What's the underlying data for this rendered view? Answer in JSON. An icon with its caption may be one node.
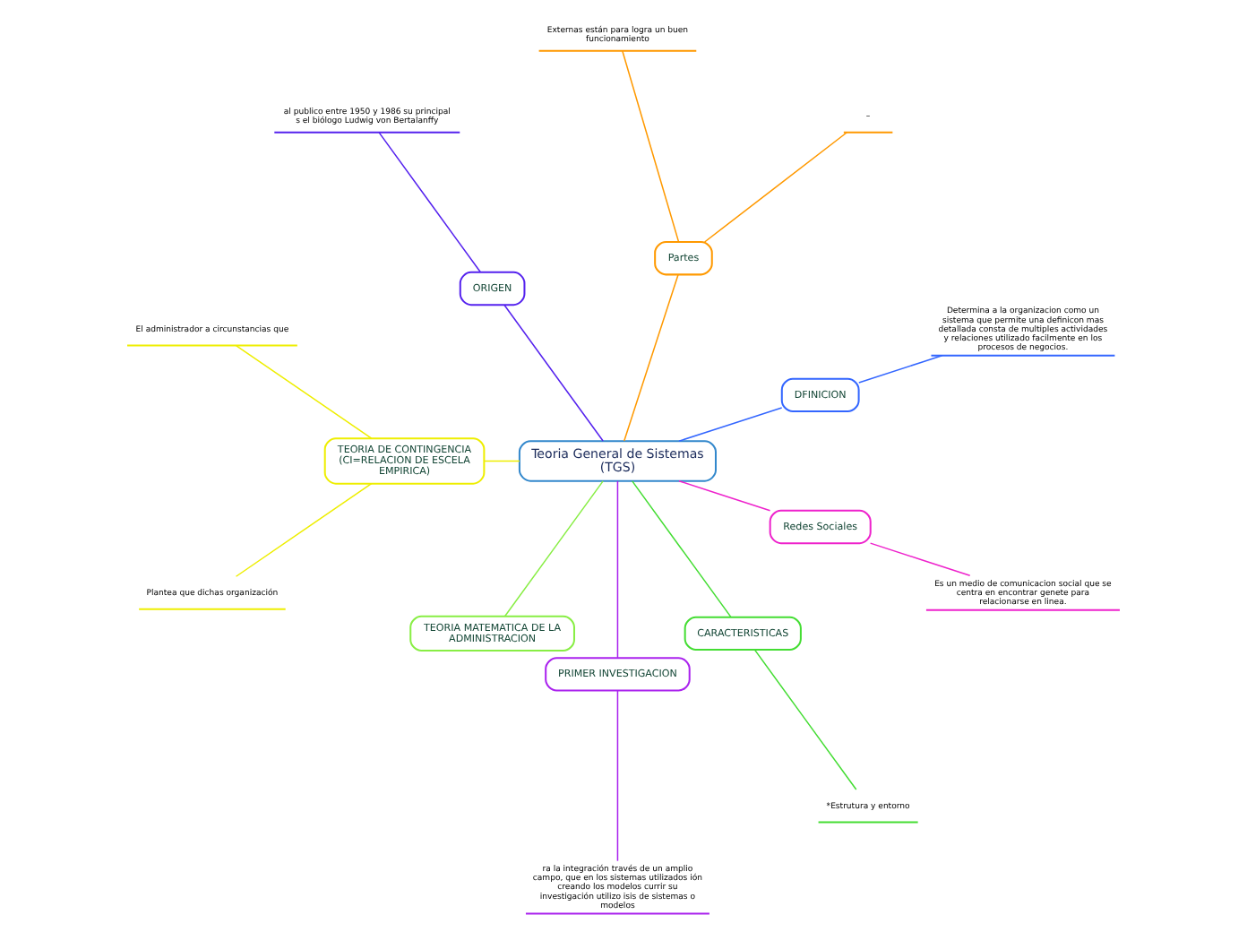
{
  "diagram": {
    "nodes": [
      {
        "text": [
          "Teoria General de Sistemas (TGS)"
        ]
      },
      {
        "text": [
          "DFINICION"
        ]
      },
      {
        "text": [
          "Determina a la organizacion como un sistema que permite una definicon mas detallada consta de multiples actividades y relaciones utilizado facilmente en los procesos de negocios."
        ]
      },
      {
        "text": [
          "Partes"
        ]
      },
      {
        "text": [
          "–"
        ]
      },
      {
        "text": [
          "Externas están para logra un buen funcionamiento"
        ]
      },
      {
        "text": [
          "ORIGEN"
        ]
      },
      {
        "text": [
          "al publico entre 1950 y 1986 su principal s el biólogo Ludwig von Bertalanffy"
        ]
      },
      {
        "text": [
          "TEORIA DE CONTINGENCIA (CI=RELACION DE ESCELA EMPIRICA)"
        ]
      },
      {
        "text": [
          "El administrador a circunstancias que"
        ]
      },
      {
        "text": [
          "Plantea que dichas organización"
        ]
      },
      {
        "text": [
          "TEORIA MATEMATICA DE LA ADMINISTRACION"
        ]
      },
      {
        "text": [
          "PRIMER INVESTIGACION"
        ]
      },
      {
        "text": [
          "ra la integración través de un amplio campo, que en los sistemas utilizados ión creando los modelos currir su investigación utilizo isis de sistemas o modelos"
        ]
      },
      {
        "text": [
          "CARACTERISTICAS"
        ]
      },
      {
        "text": [
          "*Estrutura y entorno"
        ]
      },
      {
        "text": [
          "Redes Sociales"
        ]
      },
      {
        "text": [
          "Es un medio de comunicacion social que se centra en encontrar genete para relacionarse en linea."
        ]
      }
    ],
    "edges": [
      {
        "from": 0,
        "to": 1,
        "arrow": "none",
        "color": "#3366ff"
      },
      {
        "from": 1,
        "to": 2,
        "arrow": "none",
        "color": "#3366ff"
      },
      {
        "from": 0,
        "to": 3,
        "arrow": "none",
        "color": "#ff9900"
      },
      {
        "from": 3,
        "to": 4,
        "arrow": "none",
        "color": "#ff9900"
      },
      {
        "from": 3,
        "to": 5,
        "arrow": "none",
        "color": "#ff9900"
      },
      {
        "from": 0,
        "to": 6,
        "arrow": "none",
        "color": "#5522ee"
      },
      {
        "from": 6,
        "to": 7,
        "arrow": "none",
        "color": "#5522ee"
      },
      {
        "from": 0,
        "to": 8,
        "arrow": "none",
        "color": "#eeee00"
      },
      {
        "from": 8,
        "to": 9,
        "arrow": "none",
        "color": "#eeee00"
      },
      {
        "from": 8,
        "to": 10,
        "arrow": "none",
        "color": "#eeee00"
      },
      {
        "from": 0,
        "to": 11,
        "arrow": "none",
        "color": "#88ee44"
      },
      {
        "from": 0,
        "to": 12,
        "arrow": "none",
        "color": "#aa22ee"
      },
      {
        "from": 12,
        "to": 13,
        "arrow": "none",
        "color": "#aa22ee"
      },
      {
        "from": 0,
        "to": 14,
        "arrow": "none",
        "color": "#44dd33"
      },
      {
        "from": 14,
        "to": 15,
        "arrow": "none",
        "color": "#44dd33"
      },
      {
        "from": 0,
        "to": 16,
        "arrow": "none",
        "color": "#ee22cc"
      },
      {
        "from": 16,
        "to": 17,
        "arrow": "none",
        "color": "#ee22cc"
      }
    ]
  }
}
